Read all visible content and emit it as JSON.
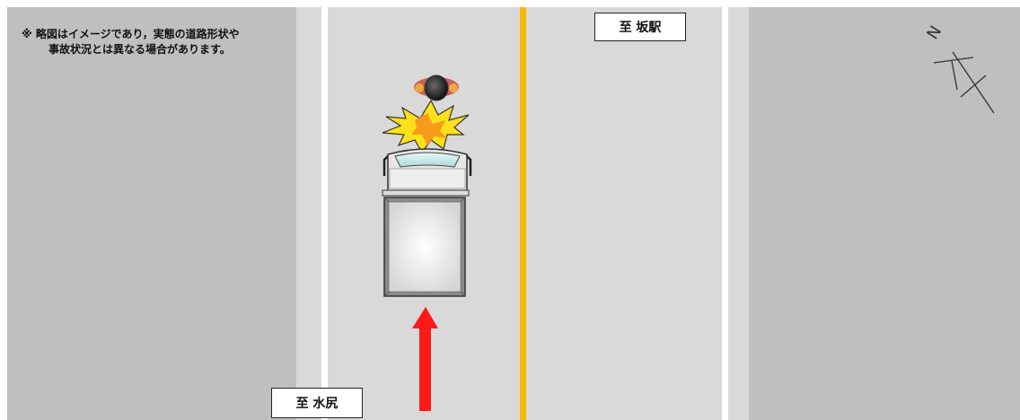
{
  "note": {
    "line1": "※ 略図はイメージであり，実態の道路形状や",
    "line2": "事故状況とは異なる場合があります。"
  },
  "destinations": {
    "top": "至 坂駅",
    "bottom": "至 水尻"
  },
  "compass": {
    "letter": "N",
    "icon": "north-arrow-icon"
  },
  "colors": {
    "pavement": "#bfbfbf",
    "road": "#d9d9d9",
    "lane_line": "#ffffff",
    "center_line": "#f5b800",
    "arrow": "#ff1a1a",
    "impact": "#ffe01a"
  },
  "icons": [
    "pedestrian-icon",
    "impact-burst-icon",
    "truck-icon",
    "direction-arrow-icon",
    "north-arrow-icon"
  ]
}
